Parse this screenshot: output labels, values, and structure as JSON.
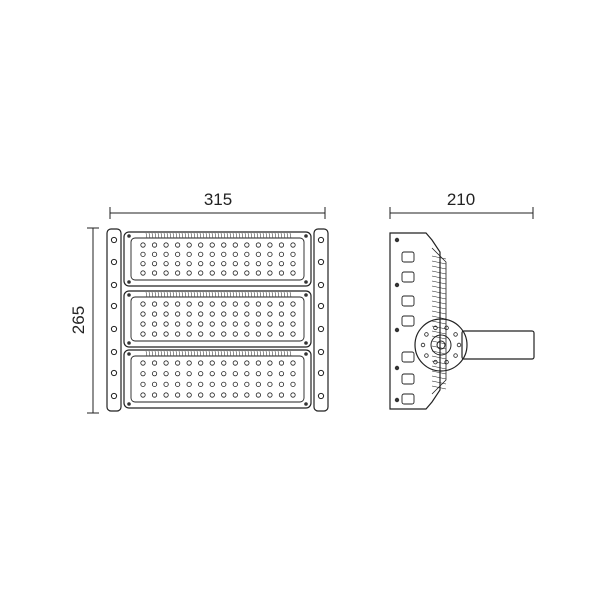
{
  "dimensions": {
    "front_width": "315",
    "front_height": "265",
    "side_width": "210"
  },
  "colors": {
    "line": "#222222",
    "background": "#ffffff"
  }
}
